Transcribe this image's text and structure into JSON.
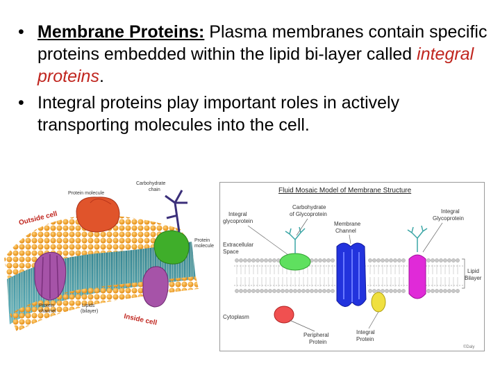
{
  "bullets": [
    {
      "term": "Membrane Proteins:",
      "text_before": " Plasma membranes contain specific proteins embedded within the lipid bi-layer called ",
      "emphasis": "integral proteins",
      "text_after": "."
    },
    {
      "text": "Integral proteins play important roles in actively transporting molecules into the cell."
    }
  ],
  "left_figure": {
    "outside_label": "Outside cell",
    "inside_label": "Inside cell",
    "label_protein_molecule": "Protein molecule",
    "label_carbohydrate_chain_1": "Carbohydrate",
    "label_carbohydrate_chain_2": "chain",
    "label_protein_molecule_right_1": "Protein",
    "label_protein_molecule_right_2": "molecule",
    "label_protein_channel_1": "Protein",
    "label_protein_channel_2": "channel",
    "label_lipids_1": "Lipids",
    "label_lipids_2": "(bilayer)"
  },
  "right_figure": {
    "title": "Fluid Mosaic Model of Membrane Structure",
    "integral_glycoprotein_left_1": "Integral",
    "integral_glycoprotein_left_2": "glycoprotein",
    "carbohydrate_1": "Carbohydrate",
    "carbohydrate_2": "of Glycoprotein",
    "integral_glycoprotein_right_1": "Integral",
    "integral_glycoprotein_right_2": "Glycoprotein",
    "membrane_channel_1": "Membrane",
    "membrane_channel_2": "Channel",
    "extracellular_1": "Extracellular",
    "extracellular_2": "Space",
    "lipid_bilayer_1": "Lipid",
    "lipid_bilayer_2": "Bilayer",
    "cytoplasm": "Cytoplasm",
    "peripheral_1": "Peripheral",
    "peripheral_2": "Protein",
    "integral_protein_1": "Integral",
    "integral_protein_2": "Protein",
    "credit": "©Daly"
  },
  "colors": {
    "emphasis_red": "#c0261f",
    "lipid_orange": "#f4a12a",
    "membrane_teal": "#3f8f99",
    "protein_red": "#e0542b",
    "protein_green": "#3fae2a",
    "protein_purple": "#a653a8",
    "channel_blue": "#2233dd",
    "glyco_magenta": "#e02ad8",
    "glyco_green": "#5fe05f",
    "peripheral_red": "#f05050",
    "small_yellow": "#f0e040"
  }
}
